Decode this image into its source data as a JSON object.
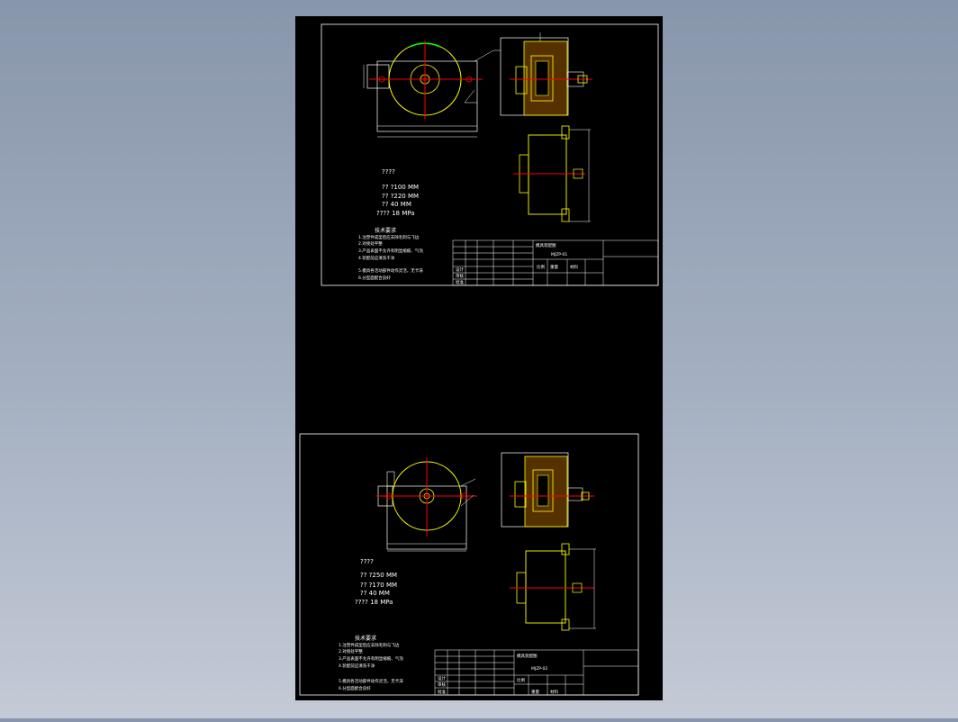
{
  "colors": {
    "background_gradient_top": "#8896ab",
    "background_gradient_bottom": "#c4cad6",
    "canvas": "#000000",
    "frame_line": "#ffffff",
    "centerline": "#ff0000",
    "part_outline": "#ffff00",
    "hatch": "#ff9900",
    "green_arc": "#00ff00",
    "dimension": "#ffffff"
  },
  "sheets": [
    {
      "specs": {
        "heading": "????",
        "lines": [
          "?? ?100 MM",
          "?? ?220 MM",
          "?? 40 MM",
          "???? 18 MPa"
        ]
      },
      "notes": {
        "heading": "技术要求",
        "lines": [
          "1.注塑件成型后应去除毛刺与飞边",
          "2.对接处平整",
          "3.产品表面不允许有明显缩痕、气泡",
          "4.装配前应清洗干净",
          "5.模具各活动部件动作灵活，无卡滞",
          "6.分型面配合良好"
        ]
      },
      "title_block": {
        "drawing_name": "模具装配图",
        "drawing_no": "MJZP-01",
        "scale_label": "比例",
        "weight_label": "重量",
        "material_label": "材料",
        "designer_label": "设计",
        "checker_label": "审核",
        "approver_label": "批准"
      }
    },
    {
      "specs": {
        "heading": "????",
        "lines": [
          "?? ?250 MM",
          "?? ?170 MM",
          "?? 40 MM",
          "???? 18 MPa"
        ]
      },
      "notes": {
        "heading": "技术要求",
        "lines": [
          "1.注塑件成型后应去除毛刺与飞边",
          "2.对接处平整",
          "3.产品表面不允许有明显缩痕、气泡",
          "4.装配前应清洗干净",
          "5.模具各活动部件动作灵活，无卡滞",
          "6.分型面配合良好"
        ]
      },
      "title_block": {
        "drawing_name": "模具装配图",
        "drawing_no": "MJZP-02",
        "scale_label": "比例",
        "weight_label": "重量",
        "material_label": "材料",
        "designer_label": "设计",
        "checker_label": "审核",
        "approver_label": "批准"
      }
    }
  ]
}
